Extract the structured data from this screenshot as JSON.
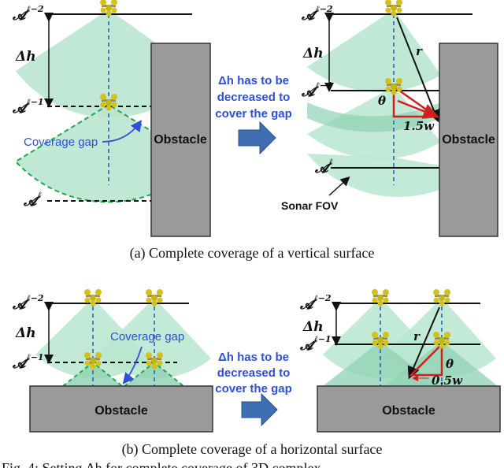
{
  "labels": {
    "a_l2": "𝓐",
    "a_l2_sup": "ℓ−2",
    "a_l1": "𝓐",
    "a_l1_sup": "ℓ−1",
    "a_l": "𝓐",
    "a_l_sup": "ℓ",
    "delta_h": "Δh",
    "r": "r",
    "theta": "θ",
    "w15": "1.5w",
    "w05": "0.5w",
    "obstacle": "Obstacle",
    "coverage_gap": "Coverage gap",
    "sonar_fov": "Sonar FOV"
  },
  "note": {
    "line1": "Δh has to be",
    "line2": "decreased to",
    "line3": "cover the gap"
  },
  "captions": {
    "a": "(a) Complete coverage of a vertical surface",
    "b": "(b) Complete coverage of a horizontal surface",
    "fig": "Fig. 4: Setting Δh for complete coverage of 3D complex"
  },
  "colors": {
    "fov": "#b9e6cf",
    "fov_overlap": "#8fd1b3",
    "gap_line": "#22a84a",
    "obstacle": "#9a9a9a",
    "arrow": "#3f6fb3",
    "triangle": "#d11f1f",
    "note_text": "#2e4fd6"
  }
}
